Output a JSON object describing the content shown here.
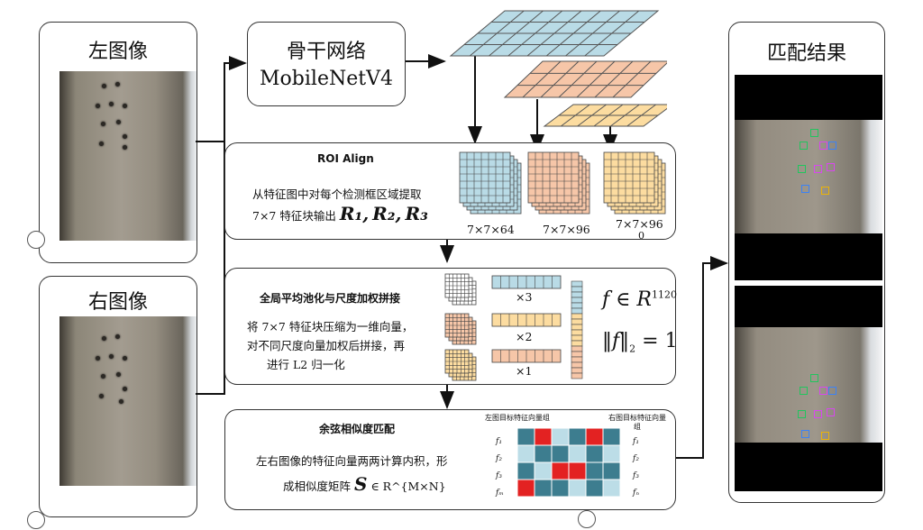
{
  "left_panel": {
    "title": "左图像"
  },
  "right_panel": {
    "title": "右图像"
  },
  "backbone": {
    "line1": "骨干网络",
    "line2": "MobileNetV4"
  },
  "roi_box": {
    "title": "ROI Align",
    "desc1": "从特征图中对每个检测框区域提取",
    "desc2_prefix": "7×7 特征块输出",
    "r1": "R₁,",
    "r2": "R₂,",
    "r3": "R₃",
    "sizes": [
      "7×7×64",
      "7×7×96",
      "7×7×96",
      "0"
    ]
  },
  "gap_box": {
    "title": "全局平均池化与尺度加权拼接",
    "desc1": "将 7×7 特征块压缩为一维向量，",
    "desc2": "对不同尺度向量加权后拼接，再",
    "desc3": "进行 L2 归一化",
    "weights": [
      "×3",
      "×2",
      "×1"
    ],
    "formula1": "f ∈ R",
    "formula1_sup": "1120",
    "formula2": "‖f‖",
    "formula2_sub": "2",
    "formula2_rhs": "= 1"
  },
  "cos_box": {
    "title": "余弦相似度匹配",
    "desc1": "左右图像的特征向量两两计算内积，形",
    "desc2_prefix": "成相似度矩阵",
    "desc2_S": "S",
    "desc2_suffix": "∈ R^{M×N}",
    "left_header": "左图目标特征向量组",
    "right_header": "右图目标特征向量组",
    "left_labels": [
      "f₁",
      "f₂",
      "f₃",
      "fₘ"
    ],
    "right_labels": [
      "f₁",
      "f₂",
      "f₃",
      "fₙ"
    ]
  },
  "result_panel": {
    "title": "匹配结果"
  },
  "colors": {
    "blue_grid": "#b9dbe6",
    "orange_grid": "#f6c6a8",
    "yellow_grid": "#fcdca0",
    "matrix_dark": "#3d7d8f",
    "matrix_light": "#bcdde7",
    "matrix_red": "#e32222",
    "match_green": "#22c55e"
  },
  "matrix": [
    [
      "d",
      "r",
      "l",
      "d",
      "r",
      "d"
    ],
    [
      "l",
      "d",
      "d",
      "l",
      "d",
      "l"
    ],
    [
      "d",
      "l",
      "r",
      "r",
      "d",
      "d"
    ],
    [
      "r",
      "d",
      "d",
      "l",
      "d",
      "l"
    ]
  ]
}
